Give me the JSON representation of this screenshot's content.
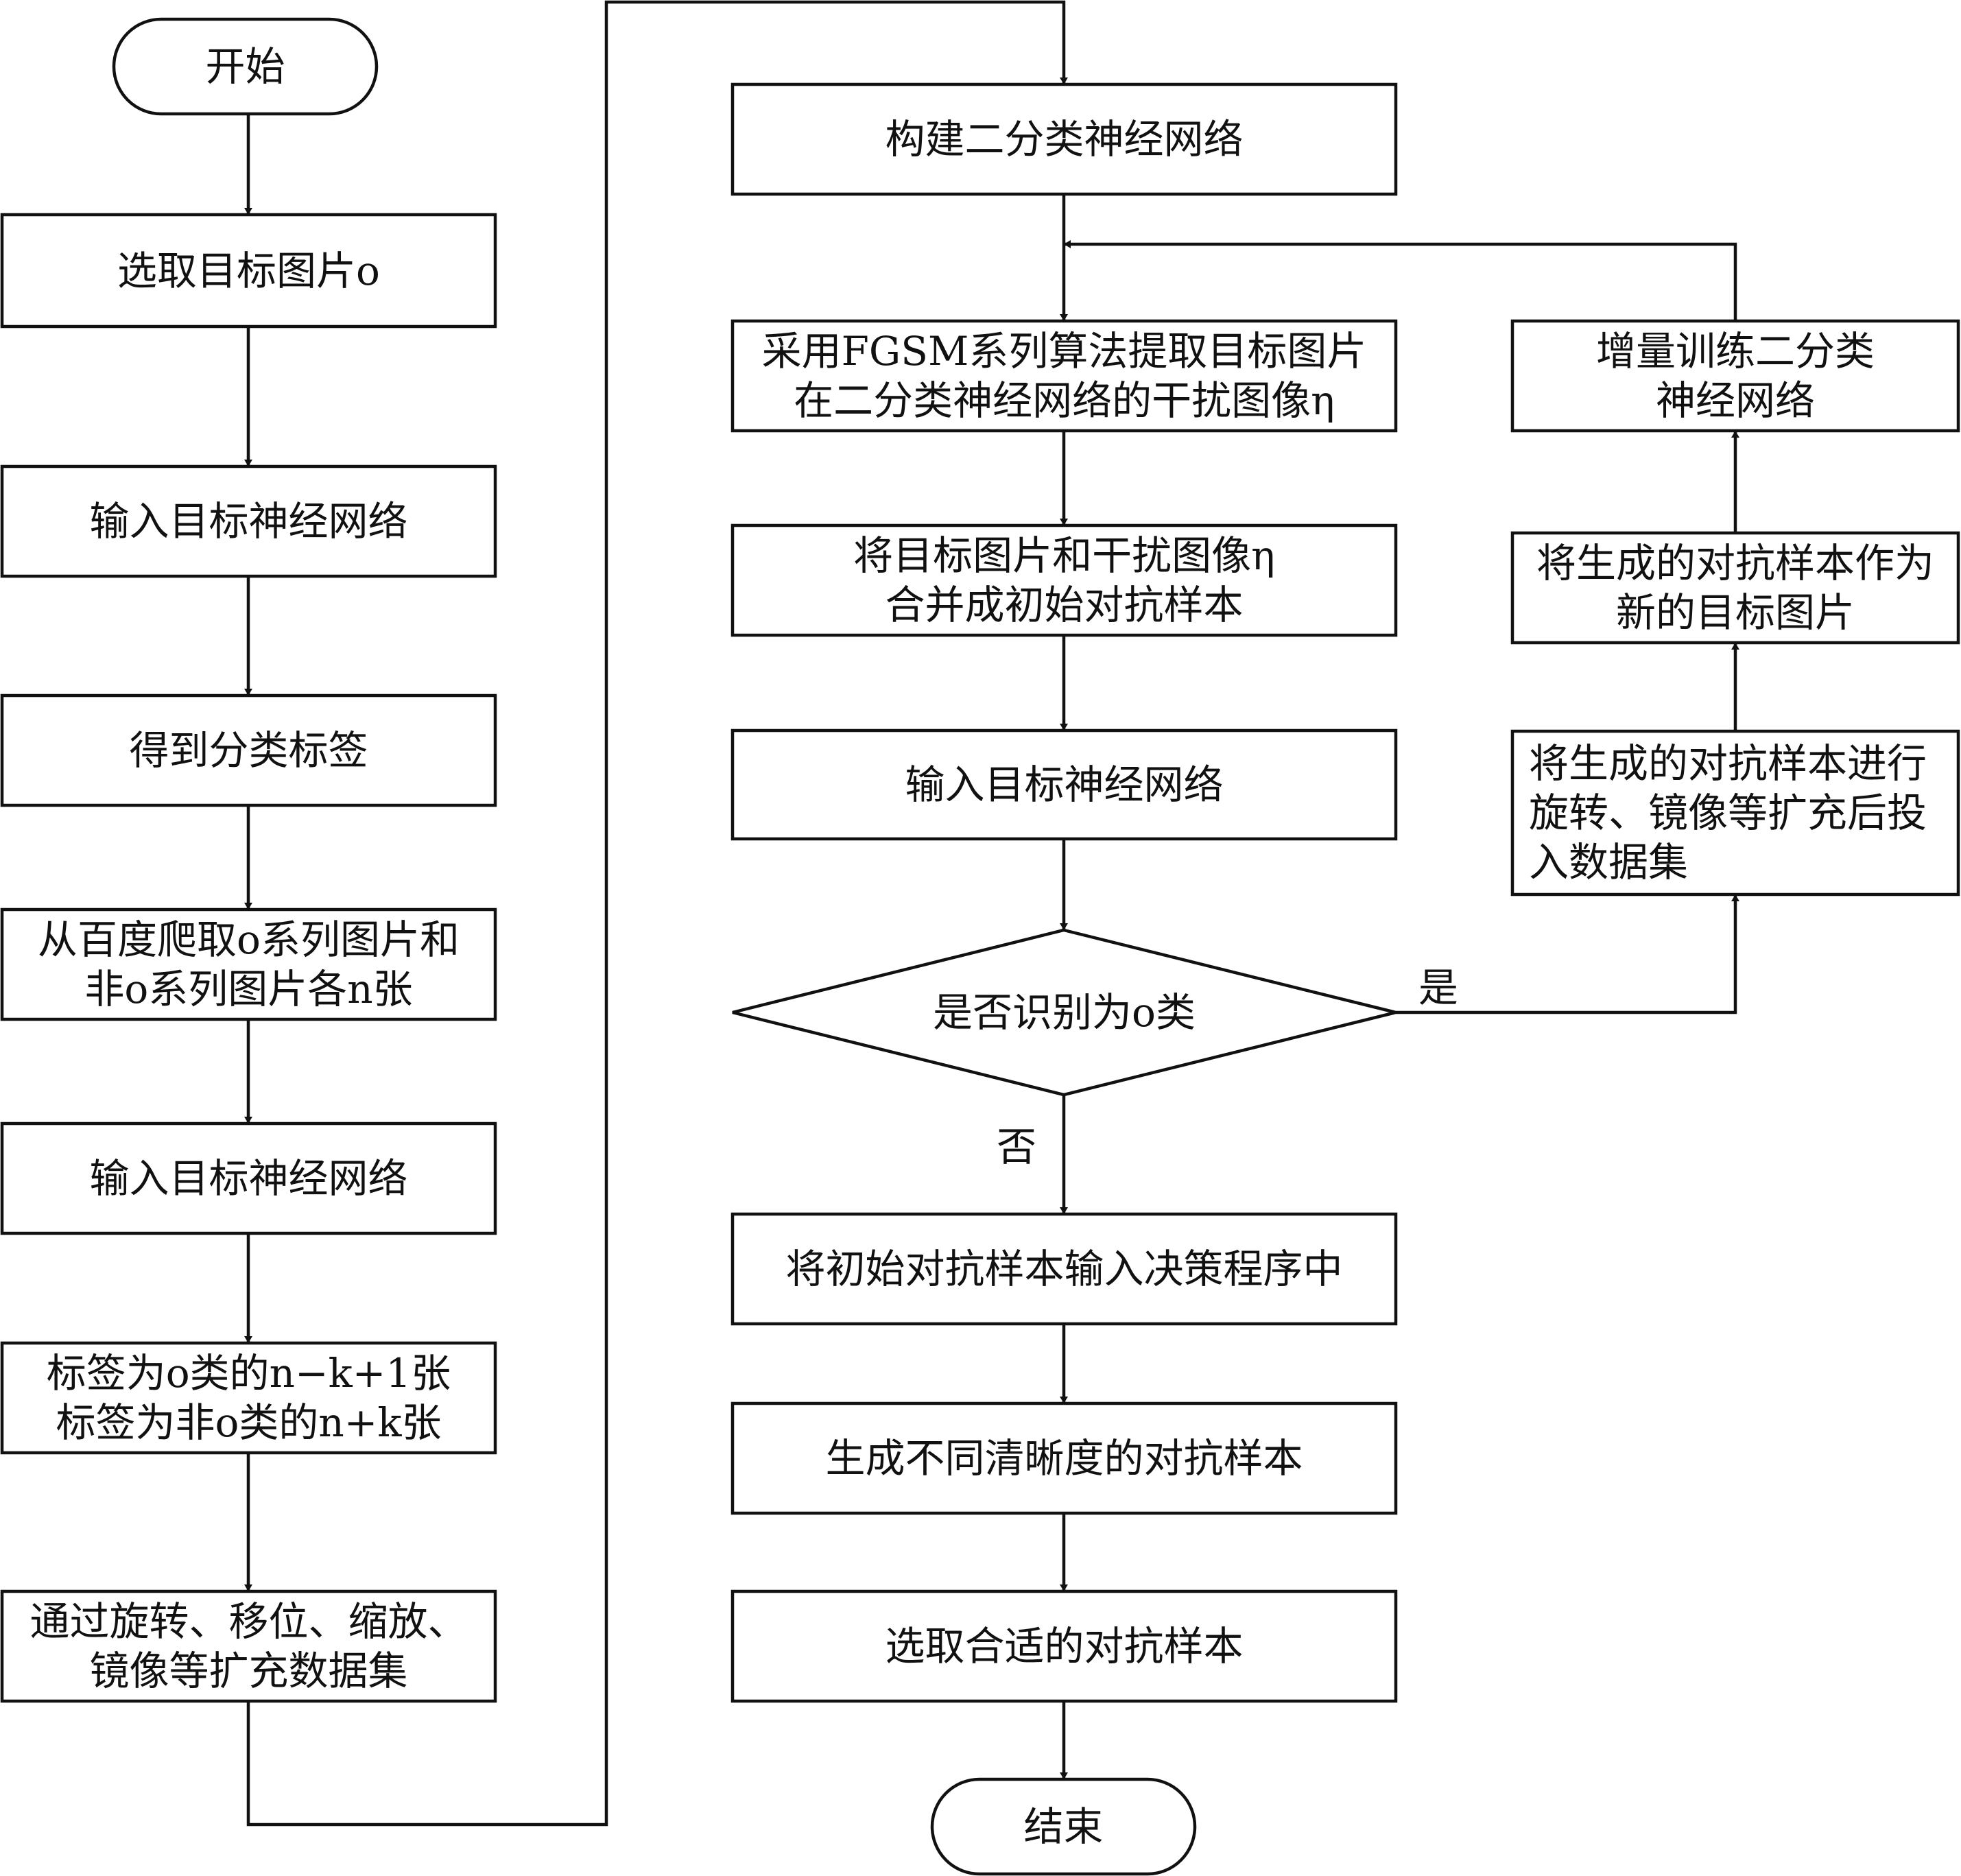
{
  "nodes": {
    "start": "开始",
    "select_image": "选取目标图片o",
    "input_net_1": "输入目标神经网络",
    "get_labels": "得到分类标签",
    "crawl": "从百度爬取o系列图片和\n非o系列图片各n张",
    "input_net_2": "输入目标神经网络",
    "label_counts": "标签为o类的n−k+1张\n标签为非o类的n+k张",
    "augment": "通过旋转、移位、缩放、\n镜像等扩充数据集",
    "build_binary": "构建二分类神经网络",
    "fgsm": "采用FGSM系列算法提取目标图片\n在二分类神经网络的干扰图像η",
    "merge": "将目标图片和干扰图像η\n合并成初始对抗样本",
    "input_net_3": "输入目标神经网络",
    "decision": "是否识别为o类",
    "decision_program": "将初始对抗样本输入决策程序中",
    "gen_clarity": "生成不同清晰度的对抗样本",
    "select_adv": "选取合适的对抗样本",
    "end": "结束",
    "incremental": "增量训练二分类\n神经网络",
    "new_target": "将生成的对抗样本作为\n新的目标图片",
    "rotate_mirror": "将生成的对抗样本进行\n旋转、镜像等扩充后投\n入数据集"
  },
  "edge_labels": {
    "yes": "是",
    "no": "否"
  }
}
